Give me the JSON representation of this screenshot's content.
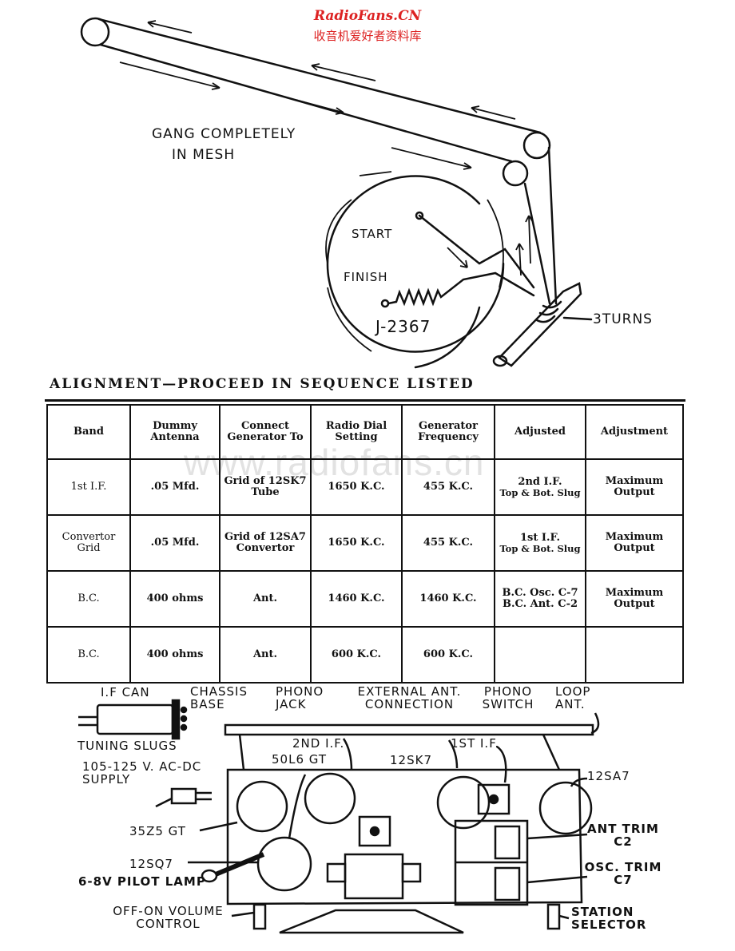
{
  "watermark": {
    "site": "RadioFans.CN",
    "chinese": "收音机爱好者资料库",
    "faint": "www.radiofans.cn"
  },
  "dial_diagram": {
    "gang_label_1": "GANG COMPLETELY",
    "gang_label_2": "IN MESH",
    "start": "START",
    "finish": "FINISH",
    "part": "J-2367",
    "turns": "3TURNS"
  },
  "alignment": {
    "title": "ALIGNMENT—PROCEED IN SEQUENCE LISTED",
    "headers": [
      "Band",
      "Dummy Antenna",
      "Connect Generator To",
      "Radio Dial Setting",
      "Generator Frequency",
      "Adjusted",
      "Adjustment"
    ],
    "rows": [
      {
        "band": "1st I.F.",
        "dummy": ".05 Mfd.",
        "connect": "Grid of 12SK7 Tube",
        "dial": "1650 K.C.",
        "freq": "455 K.C.",
        "adjusted": "2nd I.F.",
        "adjusted_sub": "Top & Bot. Slug",
        "adjustment": "Maximum Output"
      },
      {
        "band": "Convertor Grid",
        "dummy": ".05 Mfd.",
        "connect": "Grid of 12SA7 Convertor",
        "dial": "1650 K.C.",
        "freq": "455 K.C.",
        "adjusted": "1st I.F.",
        "adjusted_sub": "Top & Bot. Slug",
        "adjustment": "Maximum Output"
      },
      {
        "band": "B.C.",
        "dummy": "400 ohms",
        "connect": "Ant.",
        "dial": "1460 K.C.",
        "freq": "1460 K.C.",
        "adjusted": "B.C. Osc. C-7",
        "adjusted_sub": "B.C. Ant. C-2",
        "adjustment": "Maximum Output"
      },
      {
        "band": "B.C.",
        "dummy": "400 ohms",
        "connect": "Ant.",
        "dial": "600 K.C.",
        "freq": "600 K.C.",
        "adjusted": "",
        "adjusted_sub": "",
        "adjustment": ""
      }
    ]
  },
  "chassis": {
    "if_can": "I.F CAN",
    "chassis_base": "CHASSIS BASE",
    "tuning_slugs": "TUNING SLUGS",
    "supply": "105-125 V. AC-DC SUPPLY",
    "tube_35z5": "35Z5 GT",
    "tube_12sq7": "12SQ7",
    "pilot_lamp": "6-8V PILOT LAMP",
    "volume": "OFF-ON VOLUME CONTROL",
    "phono_jack": "PHONO JACK",
    "ext_ant": "EXTERNAL ANT. CONNECTION",
    "phono_switch": "PHONO SWITCH",
    "loop_ant": "LOOP ANT.",
    "second_if": "2ND I.F.",
    "tube_50l6": "50L6 GT",
    "tube_12sk7": "12SK7",
    "first_if": "1ST I.F.",
    "tube_12sa7": "12SA7",
    "ant_trim": "ANT TRIM C2",
    "osc_trim": "OSC. TRIM C7",
    "station_selector": "STATION SELECTOR"
  }
}
